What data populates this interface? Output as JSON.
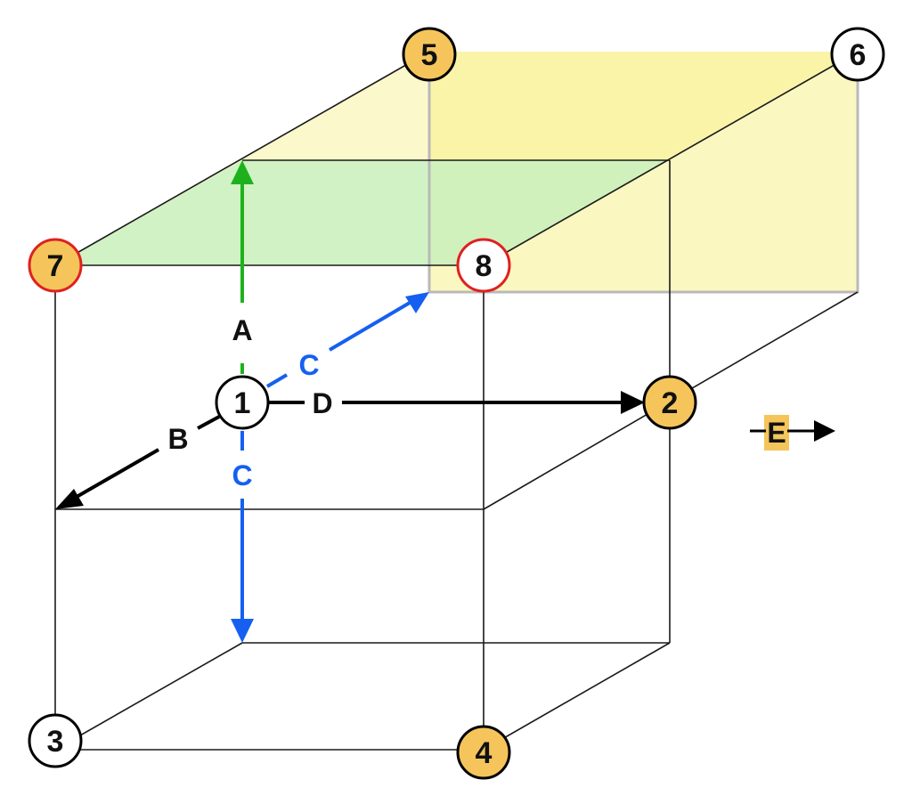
{
  "colors": {
    "yellow_face": "#f7f08c",
    "green_face": "#c2f0c2",
    "node_orange": "#f5c55c",
    "node_white": "#ffffff",
    "ring_red": "#e02020",
    "arrow_green": "#1db21d",
    "arrow_blue": "#1560f0",
    "arrow_black": "#000000",
    "legend_highlight": "#f5c55c"
  },
  "nodes": [
    {
      "label": "1",
      "fill": "white",
      "ring": "black"
    },
    {
      "label": "2",
      "fill": "orange",
      "ring": "black"
    },
    {
      "label": "3",
      "fill": "white",
      "ring": "black"
    },
    {
      "label": "4",
      "fill": "orange",
      "ring": "black"
    },
    {
      "label": "5",
      "fill": "orange",
      "ring": "black"
    },
    {
      "label": "6",
      "fill": "white",
      "ring": "black"
    },
    {
      "label": "7",
      "fill": "orange",
      "ring": "red"
    },
    {
      "label": "8",
      "fill": "white",
      "ring": "red"
    }
  ],
  "arrows": {
    "A": {
      "label": "A",
      "color": "green"
    },
    "B": {
      "label": "B",
      "color": "black"
    },
    "C_up": {
      "label": "C",
      "color": "blue"
    },
    "C_down": {
      "label": "C",
      "color": "blue"
    },
    "D": {
      "label": "D",
      "color": "black"
    }
  },
  "legend": {
    "label": "E"
  }
}
